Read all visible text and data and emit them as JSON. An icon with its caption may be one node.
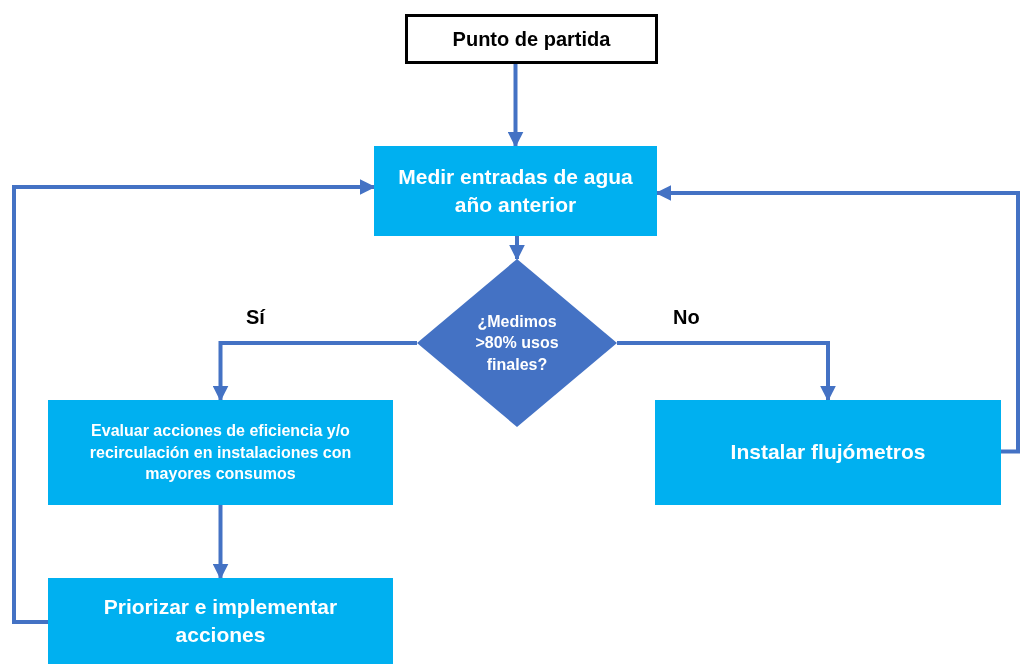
{
  "diagram": {
    "nodes": [
      {
        "text": [
          "Punto de partida"
        ]
      },
      {
        "text": [
          "Medir entradas de agua año anterior"
        ]
      },
      {
        "text": [
          "¿Medimos >80% usos finales?"
        ]
      },
      {
        "text": [
          "Evaluar  acciones de eficiencia y/o recirculación en instalaciones con mayores consumos"
        ]
      },
      {
        "text": [
          "Instalar flujómetros"
        ]
      },
      {
        "text": [
          "Priorizar e implementar acciones"
        ]
      }
    ],
    "edges": [
      {
        "from": 0,
        "to": 1,
        "arrow": "to"
      },
      {
        "from": 1,
        "to": 2,
        "arrow": "to"
      },
      {
        "from": 2,
        "to": 3,
        "arrow": "to",
        "label": "Sí"
      },
      {
        "from": 2,
        "to": 4,
        "arrow": "to",
        "label": "No"
      },
      {
        "from": 3,
        "to": 5,
        "arrow": "to"
      },
      {
        "from": 5,
        "to": 1,
        "arrow": "to"
      },
      {
        "from": 4,
        "to": 1,
        "arrow": "to"
      }
    ]
  }
}
